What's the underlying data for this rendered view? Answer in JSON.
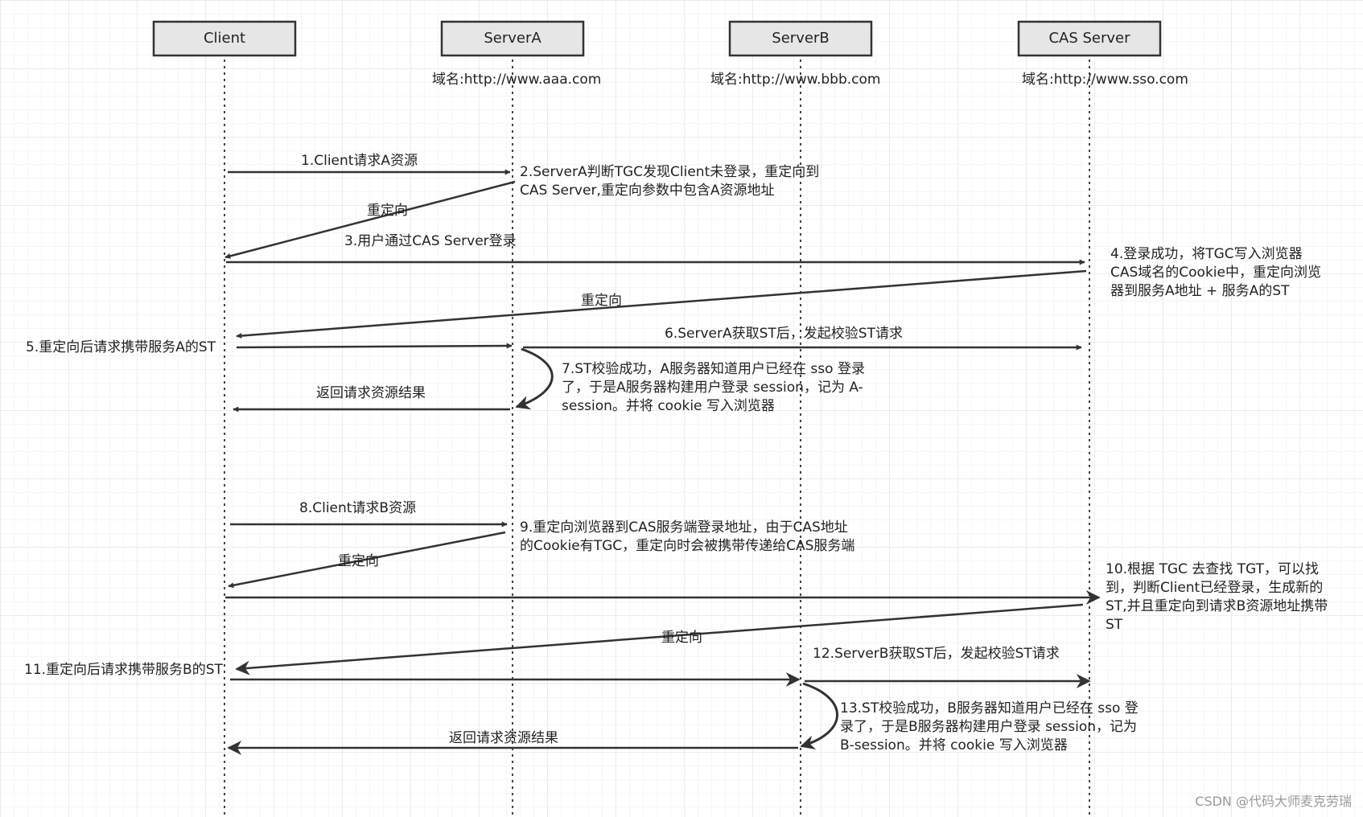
{
  "participants": {
    "client": {
      "name": "Client"
    },
    "server_a": {
      "name": "ServerA",
      "domain": "域名:http://www.aaa.com"
    },
    "server_b": {
      "name": "ServerB",
      "domain": "域名:http://www.bbb.com"
    },
    "cas_server": {
      "name": "CAS Server",
      "domain": "域名:http://www.sso.com"
    }
  },
  "steps": {
    "s1": "1.Client请求A资源",
    "s2": [
      "2.ServerA判断TGC发现Client未登录，重定向到",
      "CAS Server,重定向参数中包含A资源地址"
    ],
    "redirect_1": "重定向",
    "s3": "3.用户通过CAS Server登录",
    "s4": [
      "4.登录成功，将TGC写入浏览器",
      "CAS域名的Cookie中，重定向浏览",
      "器到服务A地址 + 服务A的ST"
    ],
    "redirect_2": "重定向",
    "s5": "5.重定向后请求携带服务A的ST",
    "s6": "6.ServerA获取ST后，发起校验ST请求",
    "s7": [
      "7.ST校验成功，A服务器知道用户已经在 sso 登录",
      "了，于是A服务器构建用户登录 session，记为 A-",
      "session。并将 cookie 写入浏览器"
    ],
    "return_1": "返回请求资源结果",
    "s8": "8.Client请求B资源",
    "s9": [
      "9.重定向浏览器到CAS服务端登录地址，由于CAS地址",
      "的Cookie有TGC，重定向时会被携带传递给CAS服务端"
    ],
    "redirect_3": "重定向",
    "s10": [
      "10.根据 TGC 去查找 TGT，可以找",
      "到，判断Client已经登录，生成新的",
      "ST,并且重定向到请求B资源地址携带",
      "ST"
    ],
    "redirect_4": "重定向",
    "s11": "11.重定向后请求携带服务B的ST",
    "s12": "12.ServerB获取ST后，发起校验ST请求",
    "s13": [
      "13.ST校验成功，B服务器知道用户已经在 sso 登",
      "录了，于是B服务器构建用户登录 session，记为",
      "B-session。并将 cookie 写入浏览器"
    ],
    "return_2": "返回请求资源结果"
  },
  "watermark": "CSDN @代码大师麦克劳瑞"
}
